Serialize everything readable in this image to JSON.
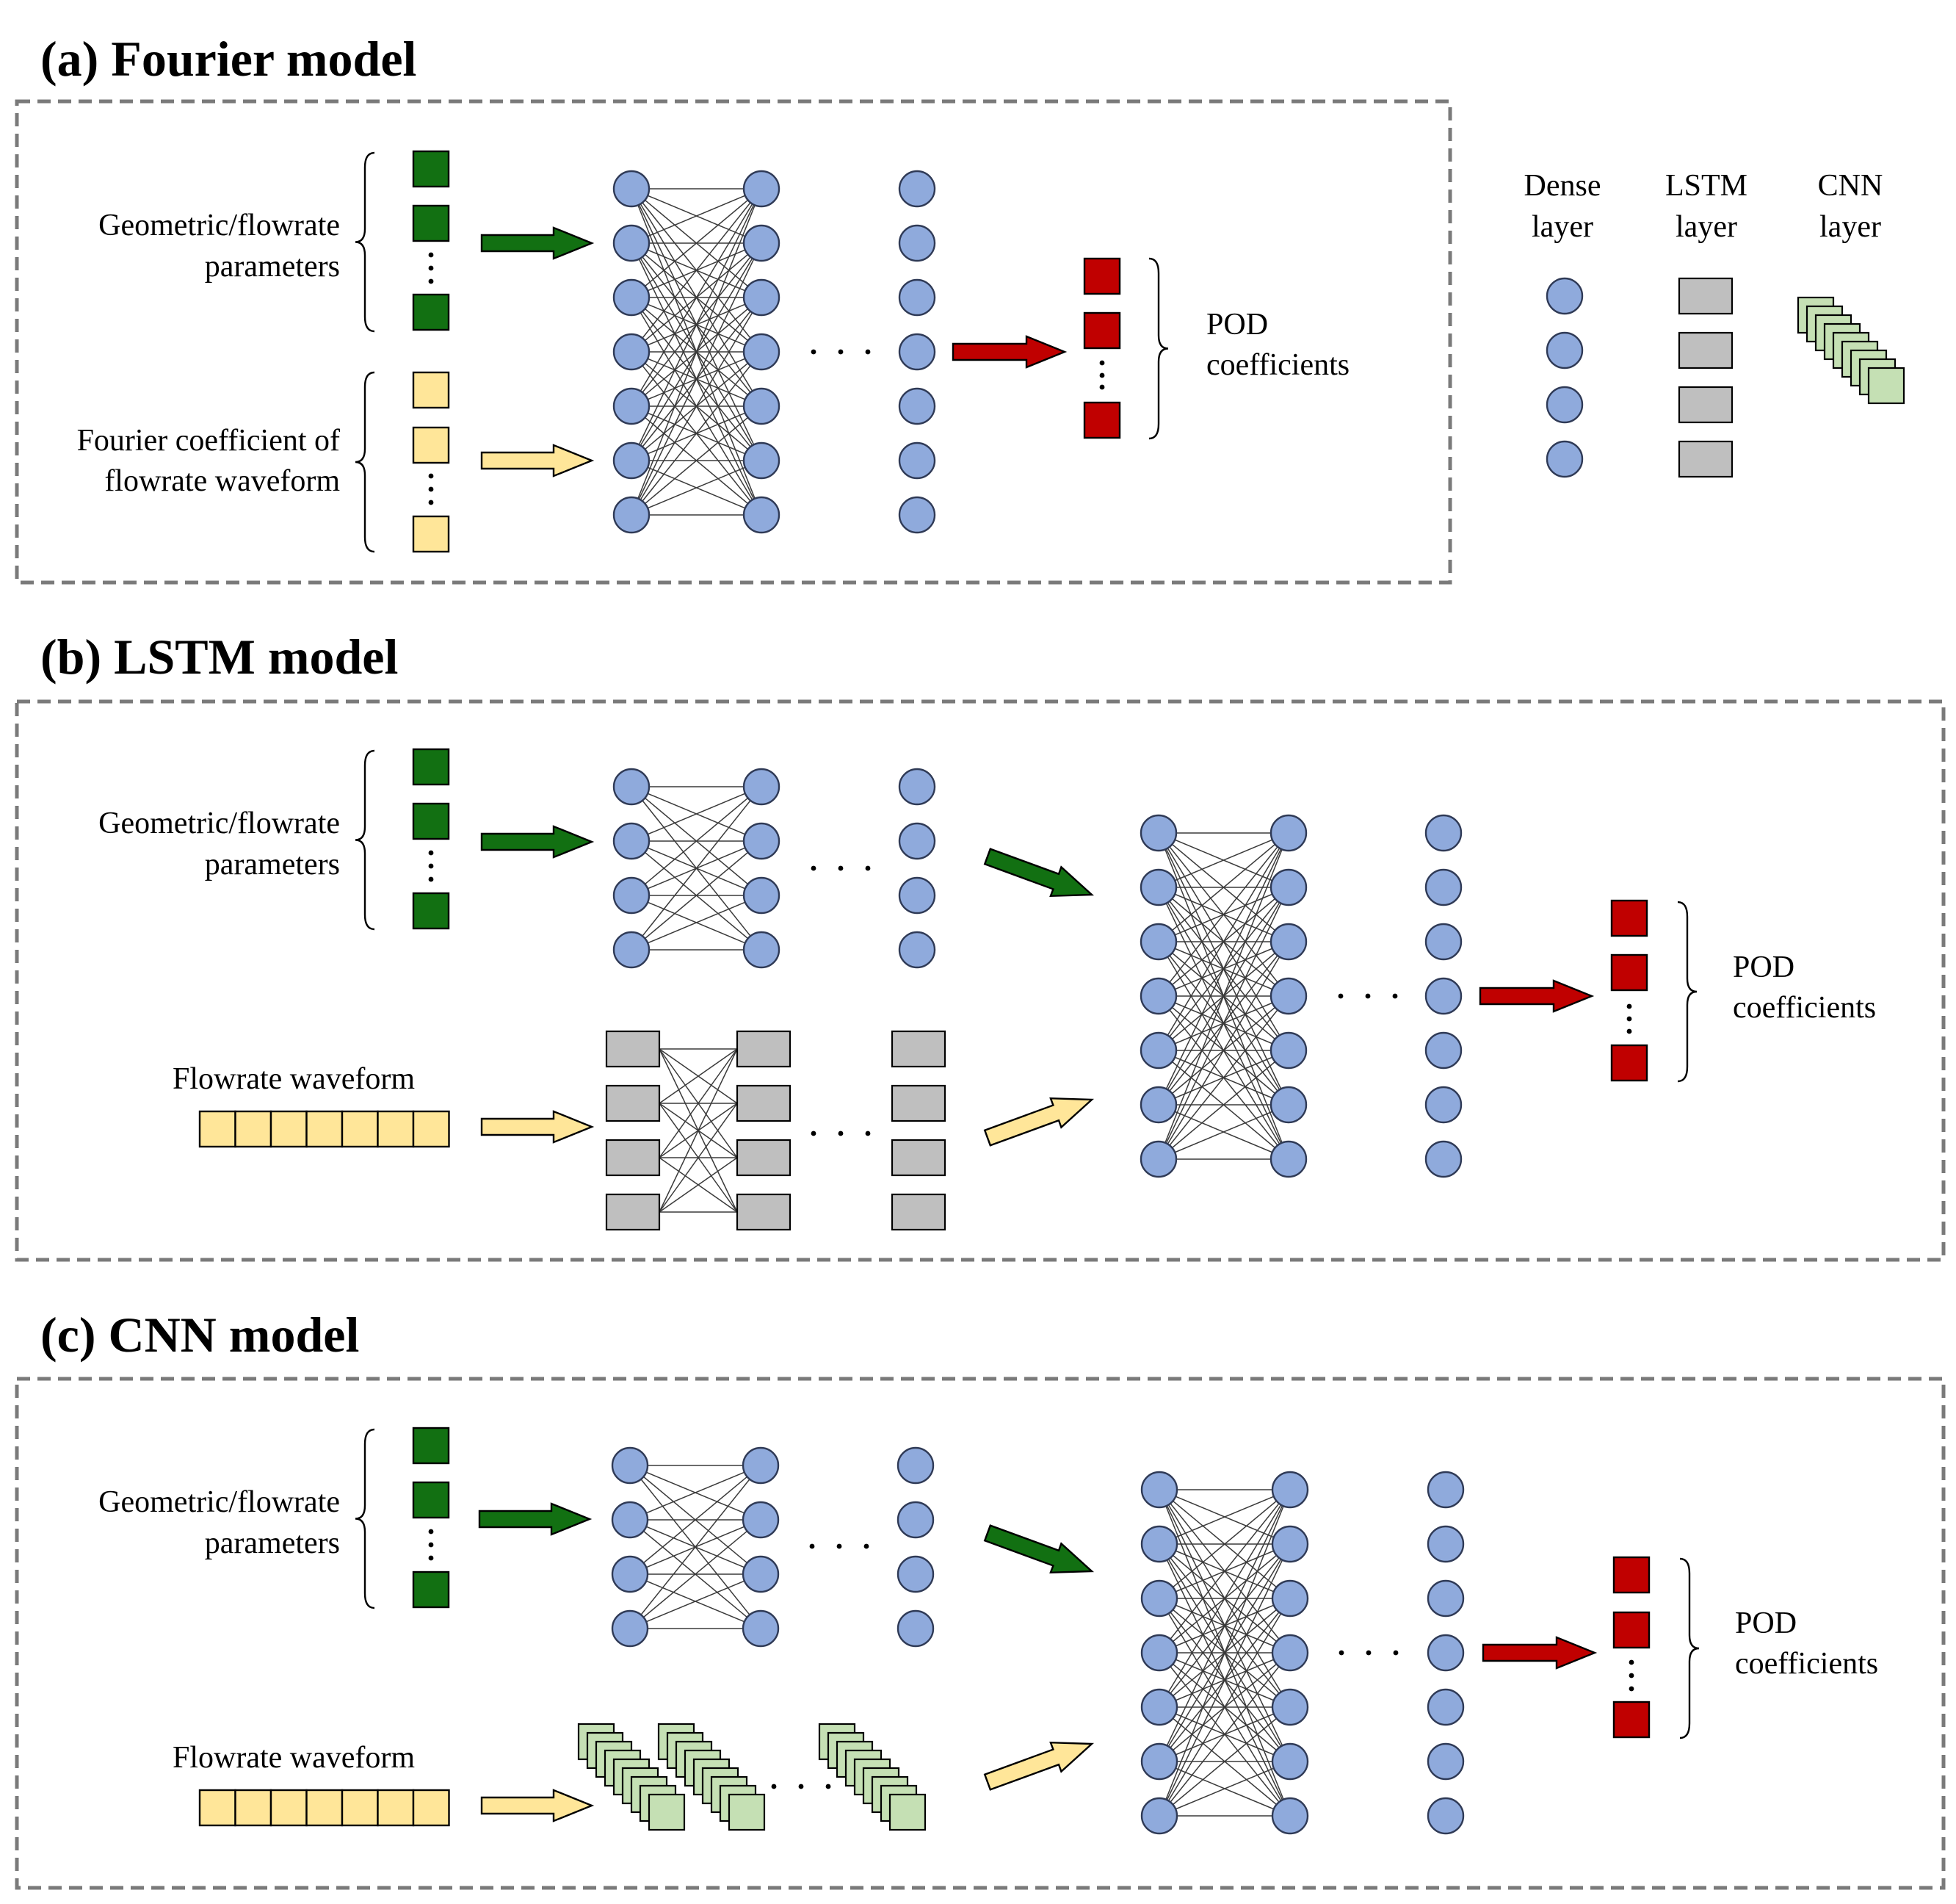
{
  "colors": {
    "geometric_input": "#127012",
    "fourier_input": "#ffe699",
    "pod_output": "#c00000",
    "dense_node": "#8faadc",
    "lstm_cell": "#bfbfbf",
    "cnn_filter": "#c5e0b4",
    "frame": "#7a7a7a"
  },
  "panels": [
    {
      "id": "a",
      "title": "(a) Fourier model"
    },
    {
      "id": "b",
      "title": "(b) LSTM model"
    },
    {
      "id": "c",
      "title": "(c) CNN model"
    }
  ],
  "labels": {
    "geometric": [
      "Geometric/flowrate",
      "parameters"
    ],
    "fourier": [
      "Fourier coefficient of",
      "flowrate waveform"
    ],
    "waveform": "Flowrate waveform",
    "pod": [
      "POD",
      "coefficients"
    ]
  },
  "legend": [
    {
      "name": "dense",
      "lines": [
        "Dense",
        "layer"
      ],
      "icon": "circle-node"
    },
    {
      "name": "lstm",
      "lines": [
        "LSTM",
        "layer"
      ],
      "icon": "gray-rectangle"
    },
    {
      "name": "cnn",
      "lines": [
        "CNN",
        "layer"
      ],
      "icon": "stacked-green-squares"
    }
  ]
}
